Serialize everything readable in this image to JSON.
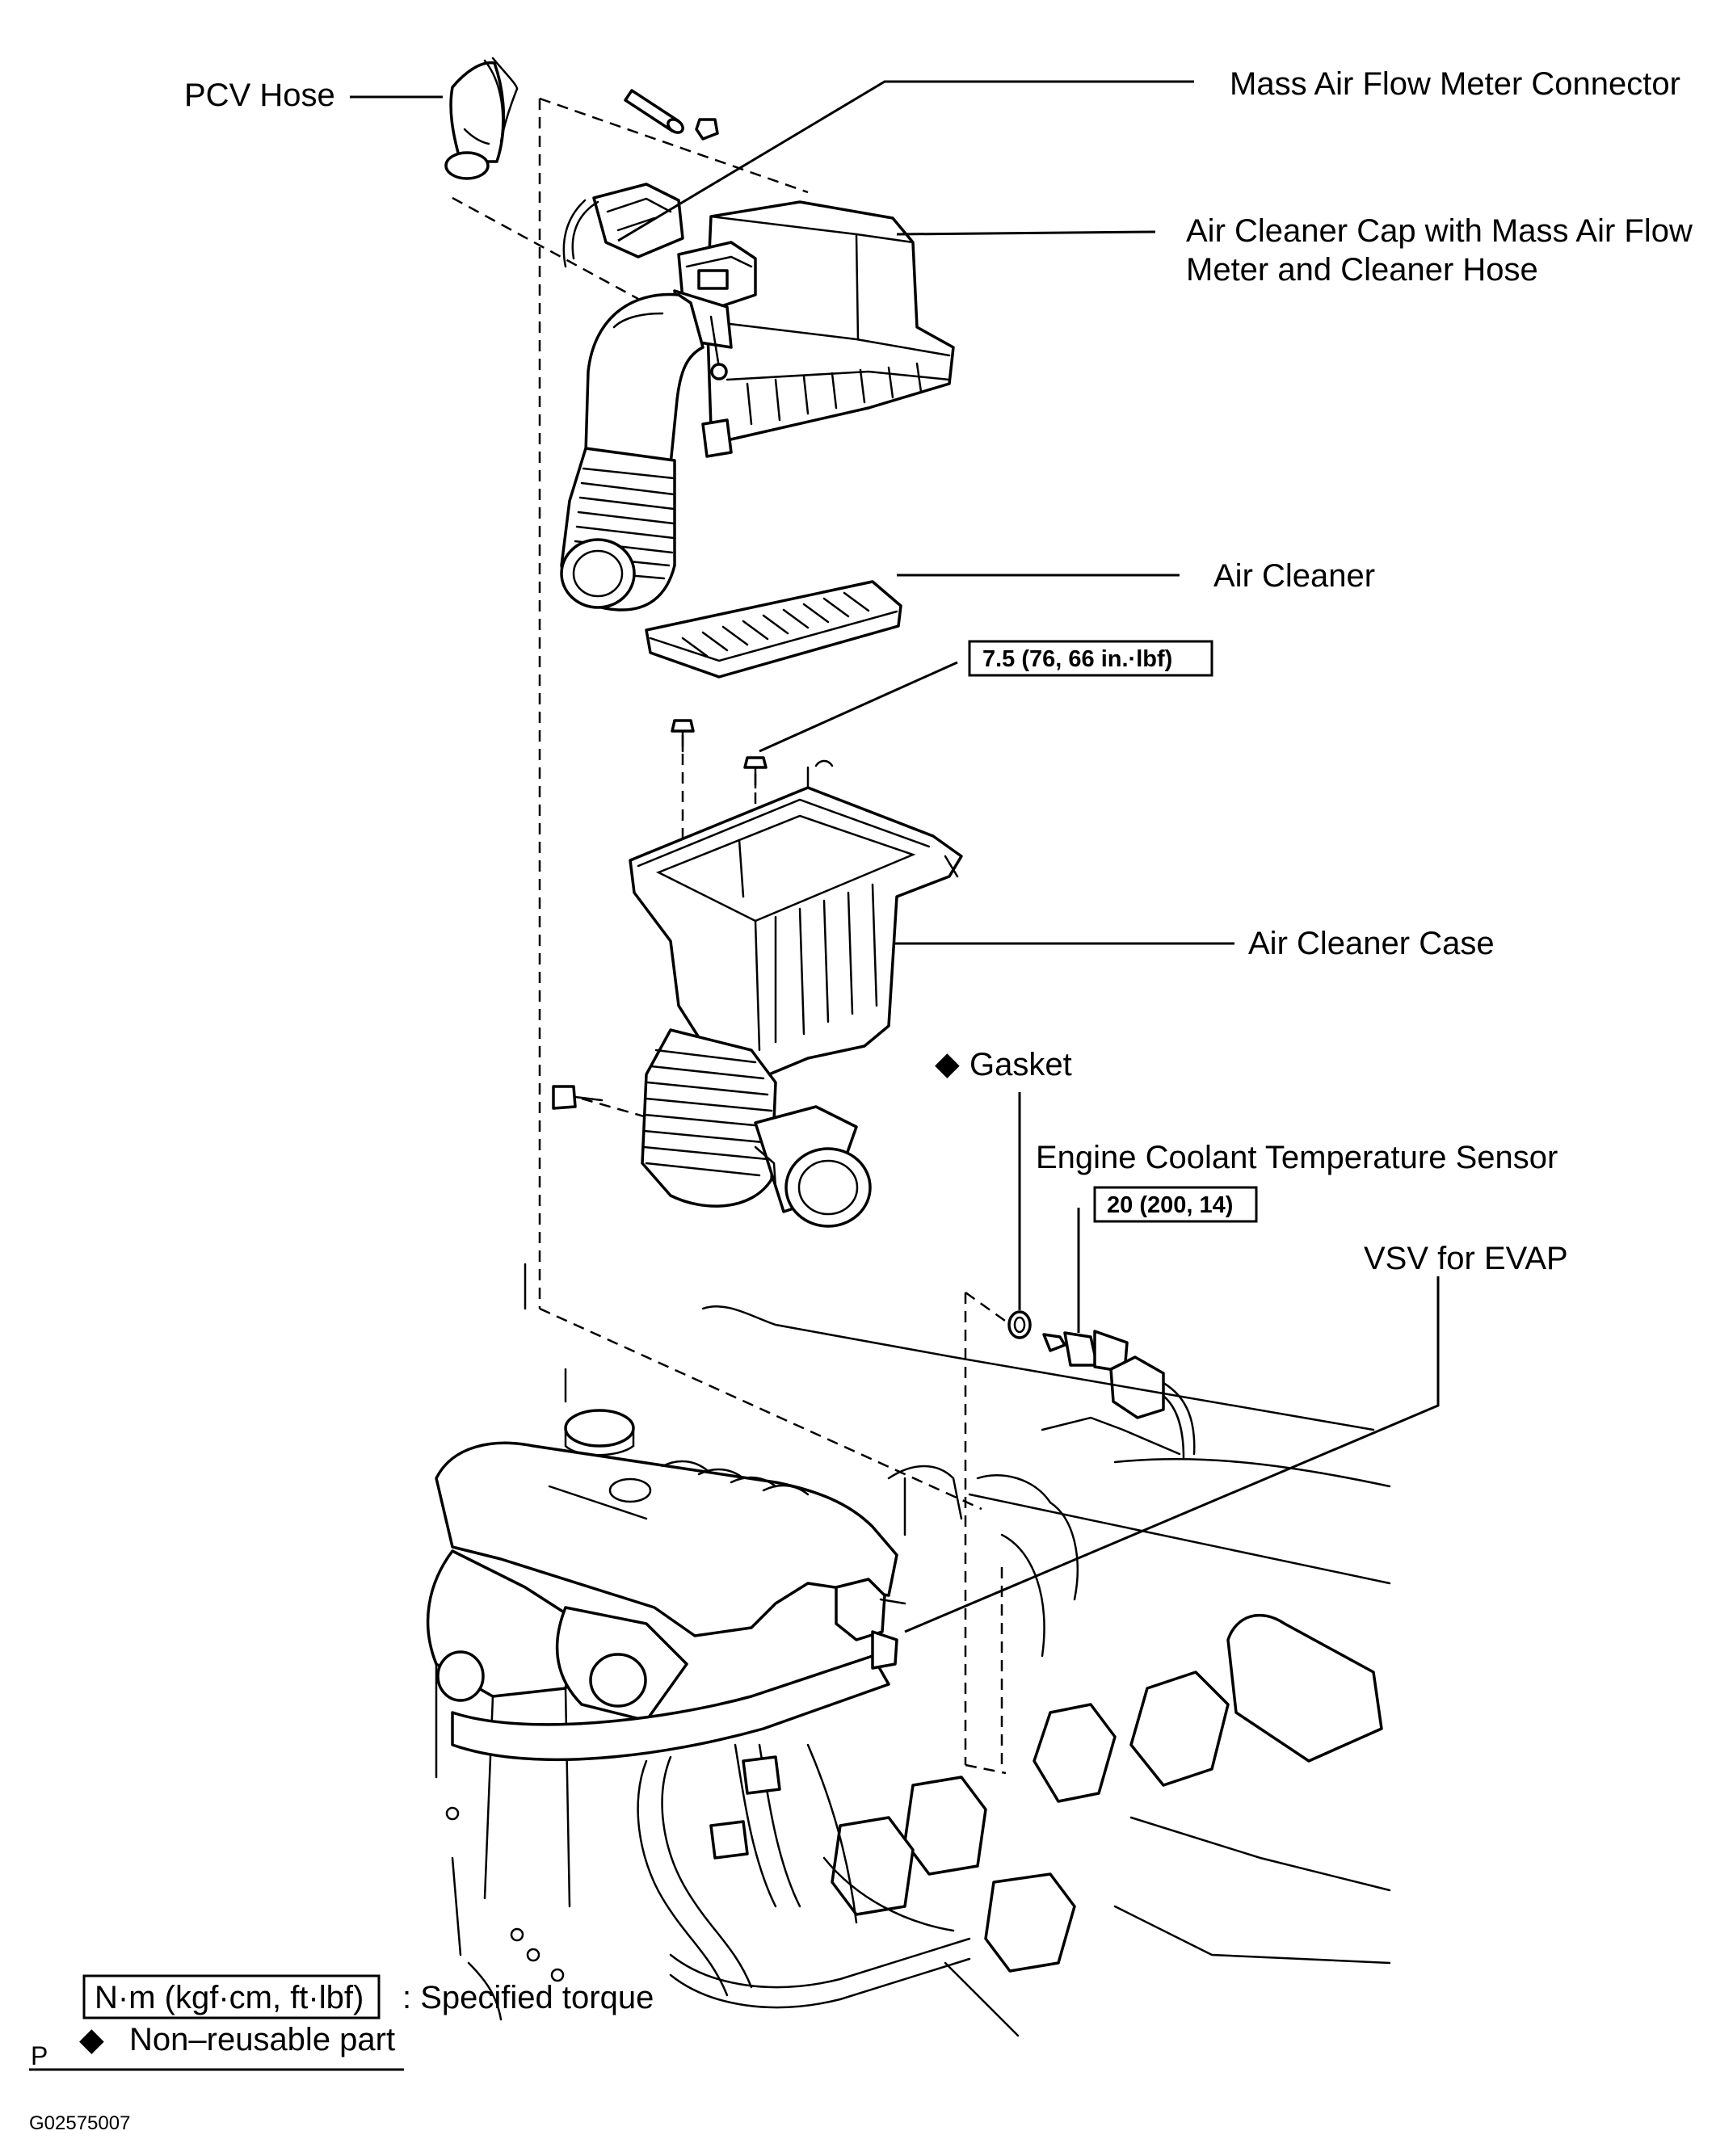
{
  "labels": {
    "pcv_hose": "PCV Hose",
    "maf_connector": "Mass Air Flow Meter Connector",
    "cap_line1": "Air Cleaner Cap with Mass Air Flow",
    "cap_line2": "Meter and Cleaner Hose",
    "air_cleaner": "Air Cleaner",
    "air_cleaner_case": "Air Cleaner Case",
    "gasket": "Gasket",
    "ect_sensor": "Engine Coolant Temperature Sensor",
    "vsv_evap": "VSV for EVAP"
  },
  "torques": {
    "case_bolt": "7.5 (76, 66 in.·lbf)",
    "ect_sensor": "20 (200, 14)"
  },
  "legend": {
    "torque_unit": "N·m (kgf·cm, ft·lbf)",
    "torque_desc": ": Specified torque",
    "nonreusable_symbol": "◆",
    "nonreusable_desc": "Non–reusable part",
    "page_marker": "P"
  },
  "figure_code": "G02575007",
  "gasket_symbol": "◆"
}
